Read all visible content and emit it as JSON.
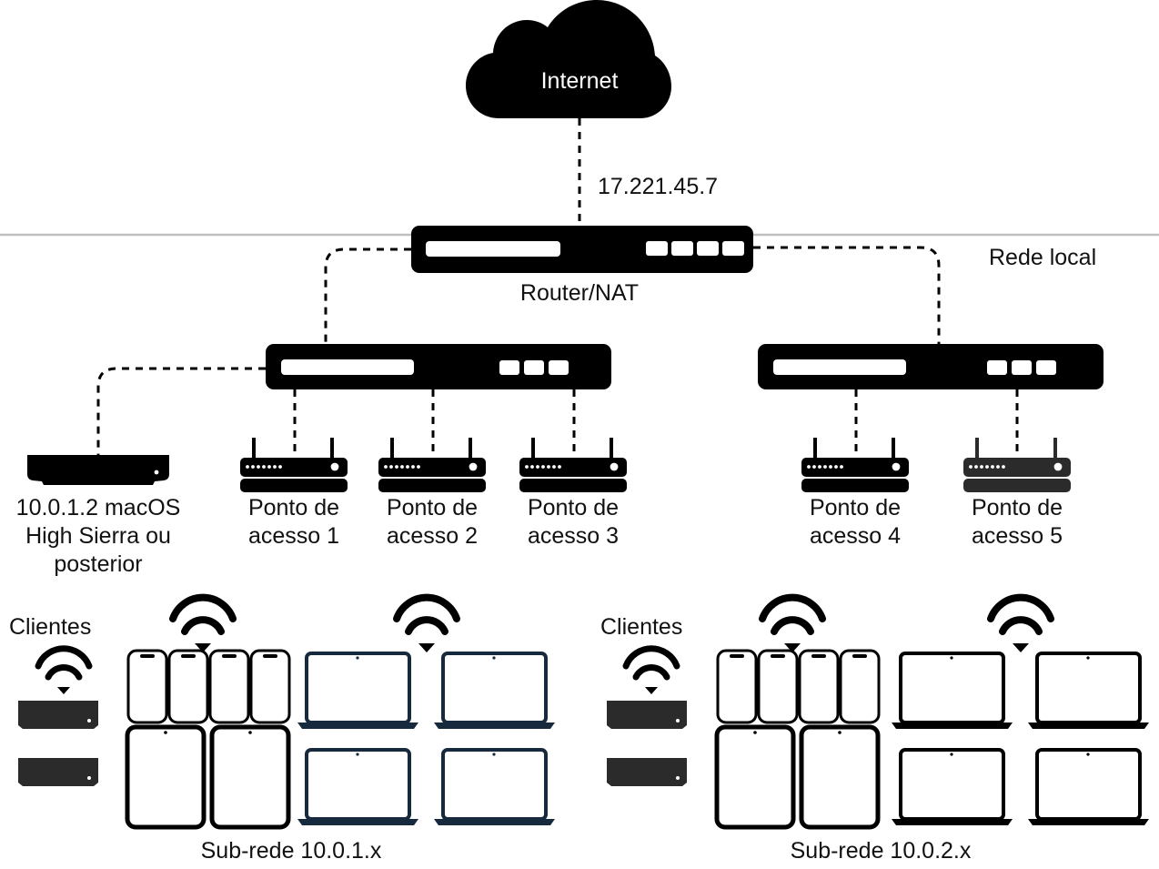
{
  "diagram": {
    "title_text": "Internet",
    "wan_ip": "17.221.45.7",
    "local_network_label": "Rede local",
    "router_label": "Router/NAT",
    "server_label_line1": "10.0.1.2 macOS",
    "server_label_line2": "High Sierra ou",
    "server_label_line3": "posterior",
    "access_points": [
      {
        "line1": "Ponto de",
        "line2": "acesso 1"
      },
      {
        "line1": "Ponto de",
        "line2": "acesso 2"
      },
      {
        "line1": "Ponto de",
        "line2": "acesso 3"
      },
      {
        "line1": "Ponto de",
        "line2": "acesso 4"
      },
      {
        "line1": "Ponto de",
        "line2": "acesso 5"
      }
    ],
    "clients_label_left": "Clientes",
    "clients_label_right": "Clientes",
    "subnet_left": "Sub-rede 10.0.1.x",
    "subnet_right": "Sub-rede 10.0.2.x",
    "icons": {
      "cloud": "cloud-icon",
      "router": "router-icon",
      "switch": "switch-icon",
      "access_point": "access-point-icon",
      "server": "mac-mini-server-icon",
      "wifi": "wifi-icon",
      "phone": "iphone-icon",
      "tablet": "ipad-icon",
      "laptop": "macbook-icon",
      "settop": "apple-tv-icon"
    },
    "colors": {
      "black": "#000000",
      "dark_gray": "#2b2b2b",
      "laptop_navy": "#16293d",
      "hairline": "#bfbfbf",
      "background": "#ffffff"
    }
  }
}
